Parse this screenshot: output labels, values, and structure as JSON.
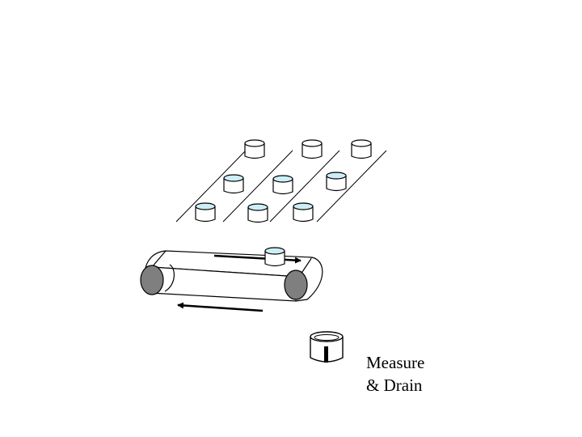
{
  "diagram": {
    "caption_line1": "Measure",
    "caption_line2": "& Drain",
    "colors": {
      "stroke": "#000000",
      "water": "#cdeef7",
      "roller": "#7f7f7f",
      "background": "#ffffff"
    },
    "icons": [
      "cup-icon",
      "conveyor-belt",
      "roller",
      "direction-arrow",
      "measuring-cup-icon",
      "drain-valve-icon"
    ]
  }
}
